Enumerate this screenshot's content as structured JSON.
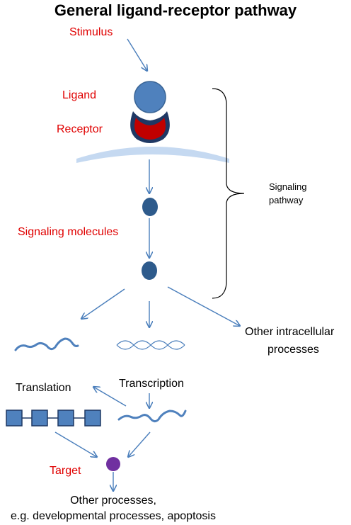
{
  "title": "General ligand-receptor pathway",
  "labels": {
    "stimulus": "Stimulus",
    "ligand": "Ligand",
    "receptor": "Receptor",
    "signaling_molecules": "Signaling molecules",
    "signaling_pathway_line1": "Signaling",
    "signaling_pathway_line2": "pathway",
    "other_intracellular_line1": "Other intracellular",
    "other_intracellular_line2": "processes",
    "translation": "Translation",
    "transcription": "Transcription",
    "target": "Target",
    "other_processes_line1": "Other processes,",
    "other_processes_line2": "e.g. developmental processes, apoptosis"
  },
  "colors": {
    "label_red": "#e00000",
    "arrow_blue": "#4a7ebb",
    "ligand_fill": "#4f81bd",
    "molecule_fill": "#2e5b8c",
    "receptor_red": "#c00000",
    "membrane": "#c5d9f1",
    "target_purple": "#7030a0"
  }
}
